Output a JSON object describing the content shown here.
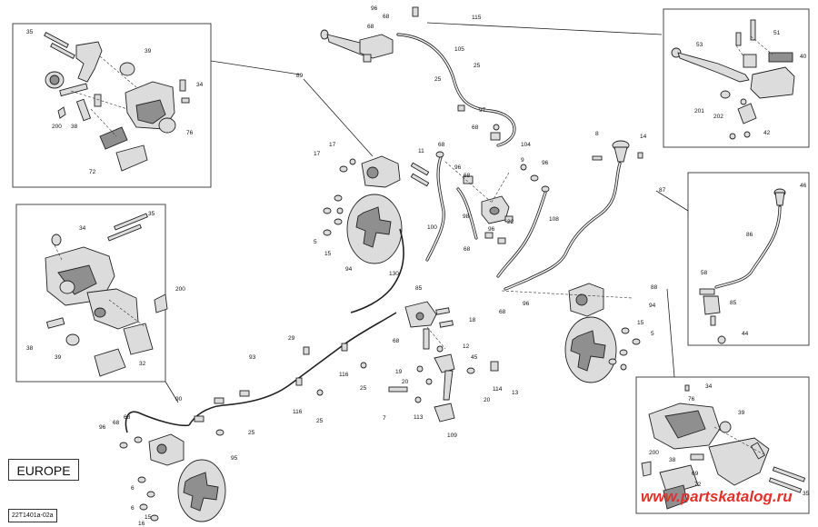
{
  "diagram": {
    "region_label": "EUROPE",
    "code": "22T1401a-02a",
    "watermark": "www.partskatalog.ru",
    "callouts": [
      {
        "id": "c1",
        "text": "96"
      },
      {
        "id": "c2",
        "text": "68"
      },
      {
        "id": "c3",
        "text": "68"
      },
      {
        "id": "c4",
        "text": "115"
      },
      {
        "id": "c5",
        "text": "105"
      },
      {
        "id": "c6",
        "text": "25"
      },
      {
        "id": "c7",
        "text": "25"
      },
      {
        "id": "c8",
        "text": "97"
      },
      {
        "id": "c9",
        "text": "68"
      },
      {
        "id": "c10",
        "text": "89"
      },
      {
        "id": "c11",
        "text": "35"
      },
      {
        "id": "c12",
        "text": "39"
      },
      {
        "id": "c13",
        "text": "34"
      },
      {
        "id": "c14",
        "text": "200"
      },
      {
        "id": "c15",
        "text": "38"
      },
      {
        "id": "c16",
        "text": "76"
      },
      {
        "id": "c17",
        "text": "72"
      },
      {
        "id": "c18",
        "text": "17"
      },
      {
        "id": "c19",
        "text": "17"
      },
      {
        "id": "c20",
        "text": "11"
      },
      {
        "id": "c21",
        "text": "68"
      },
      {
        "id": "c22",
        "text": "104"
      },
      {
        "id": "c23",
        "text": "9"
      },
      {
        "id": "c24",
        "text": "96"
      },
      {
        "id": "c25",
        "text": "96"
      },
      {
        "id": "c26",
        "text": "68"
      },
      {
        "id": "c27",
        "text": "98"
      },
      {
        "id": "c28",
        "text": "22"
      },
      {
        "id": "c29",
        "text": "96"
      },
      {
        "id": "c30",
        "text": "68"
      },
      {
        "id": "c31",
        "text": "108"
      },
      {
        "id": "c32",
        "text": "100"
      },
      {
        "id": "c33",
        "text": "5"
      },
      {
        "id": "c34",
        "text": "15"
      },
      {
        "id": "c35",
        "text": "94"
      },
      {
        "id": "c36",
        "text": "130"
      },
      {
        "id": "c37",
        "text": "85"
      },
      {
        "id": "c38",
        "text": "18"
      },
      {
        "id": "c39",
        "text": "68"
      },
      {
        "id": "c40",
        "text": "96"
      },
      {
        "id": "c41",
        "text": "68"
      },
      {
        "id": "c42",
        "text": "8"
      },
      {
        "id": "c43",
        "text": "14"
      },
      {
        "id": "c44",
        "text": "87"
      },
      {
        "id": "c45",
        "text": "88"
      },
      {
        "id": "c46",
        "text": "53"
      },
      {
        "id": "c47",
        "text": "51"
      },
      {
        "id": "c48",
        "text": "40"
      },
      {
        "id": "c49",
        "text": "201"
      },
      {
        "id": "c50",
        "text": "202"
      },
      {
        "id": "c51",
        "text": "42"
      },
      {
        "id": "c52",
        "text": "46"
      },
      {
        "id": "c53",
        "text": "86"
      },
      {
        "id": "c54",
        "text": "58"
      },
      {
        "id": "c55",
        "text": "85"
      },
      {
        "id": "c56",
        "text": "44"
      },
      {
        "id": "c57",
        "text": "34"
      },
      {
        "id": "c58",
        "text": "35"
      },
      {
        "id": "c59",
        "text": "200"
      },
      {
        "id": "c60",
        "text": "38"
      },
      {
        "id": "c61",
        "text": "39"
      },
      {
        "id": "c62",
        "text": "32"
      },
      {
        "id": "c63",
        "text": "94"
      },
      {
        "id": "c64",
        "text": "15"
      },
      {
        "id": "c65",
        "text": "5"
      },
      {
        "id": "c66",
        "text": "29"
      },
      {
        "id": "c67",
        "text": "93"
      },
      {
        "id": "c68",
        "text": "116"
      },
      {
        "id": "c69",
        "text": "116"
      },
      {
        "id": "c70",
        "text": "25"
      },
      {
        "id": "c71",
        "text": "25"
      },
      {
        "id": "c72",
        "text": "12"
      },
      {
        "id": "c73",
        "text": "45"
      },
      {
        "id": "c74",
        "text": "19"
      },
      {
        "id": "c75",
        "text": "20"
      },
      {
        "id": "c76",
        "text": "20"
      },
      {
        "id": "c77",
        "text": "114"
      },
      {
        "id": "c78",
        "text": "13"
      },
      {
        "id": "c79",
        "text": "7"
      },
      {
        "id": "c80",
        "text": "113"
      },
      {
        "id": "c81",
        "text": "109"
      },
      {
        "id": "c82",
        "text": "90"
      },
      {
        "id": "c83",
        "text": "96"
      },
      {
        "id": "c84",
        "text": "68"
      },
      {
        "id": "c85",
        "text": "68"
      },
      {
        "id": "c86",
        "text": "25"
      },
      {
        "id": "c87",
        "text": "95"
      },
      {
        "id": "c88",
        "text": "6"
      },
      {
        "id": "c89",
        "text": "6"
      },
      {
        "id": "c90",
        "text": "15"
      },
      {
        "id": "c91",
        "text": "16"
      },
      {
        "id": "c92",
        "text": "34"
      },
      {
        "id": "c93",
        "text": "76"
      },
      {
        "id": "c94",
        "text": "39"
      },
      {
        "id": "c95",
        "text": "200"
      },
      {
        "id": "c96",
        "text": "38"
      },
      {
        "id": "c97",
        "text": "69"
      },
      {
        "id": "c98",
        "text": "72"
      },
      {
        "id": "c99",
        "text": "35"
      }
    ]
  }
}
